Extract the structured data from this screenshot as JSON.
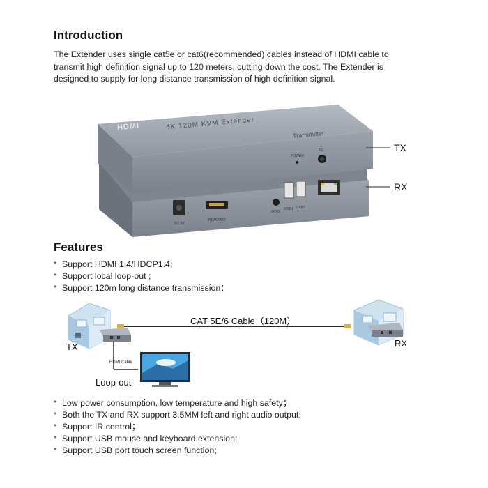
{
  "introduction": {
    "heading": "Introduction",
    "lines": [
      "The Extender uses single cat5e or cat6(recommended) cables instead of HDMI cable to",
      "transmit high definition signal up to 120 meters, cutting down the cost. The Extender is",
      "designed to supply for long distance transmission of high definition signal."
    ]
  },
  "product": {
    "top_brand": "HDMI",
    "top_title": "4K 120M KVM Extender",
    "top_role": "Transmitter",
    "tx_ports": {
      "power": "POWER",
      "ir": "IR"
    },
    "rx_ports": {
      "dc": "DC 5V",
      "hdmi": "HDMI OUT",
      "ir": "IR RX",
      "usb1": "USB1",
      "usb2": "USB2"
    },
    "callout_tx": "TX",
    "callout_rx": "RX"
  },
  "features": {
    "heading": "Features",
    "list_top": [
      "Support HDMI 1.4/HDCP1.4;",
      "Support local loop-out ;",
      "Support 120m long distance transmission："
    ],
    "list_bottom": [
      "Low power consumption, low temperature and high safety；",
      "Both the TX and RX support 3.5MM left and right audio output;",
      "Support IR control；",
      "Support USB mouse and keyboard extension;",
      "Support USB port touch screen function;"
    ],
    "bullet": "*"
  },
  "diagram": {
    "cable_label": "CAT 5E/6 Cable（120M）",
    "tx_label": "TX",
    "rx_label": "RX",
    "hdmi_cable_label": "HDMI Cable",
    "loop_out_label": "Loop-out"
  },
  "colors": {
    "device_body": "#8e95a0",
    "device_dark": "#6f7581",
    "device_top": "#a6acb6",
    "room_blue": "#bcd6ea",
    "cable": "#2a2a2a"
  }
}
